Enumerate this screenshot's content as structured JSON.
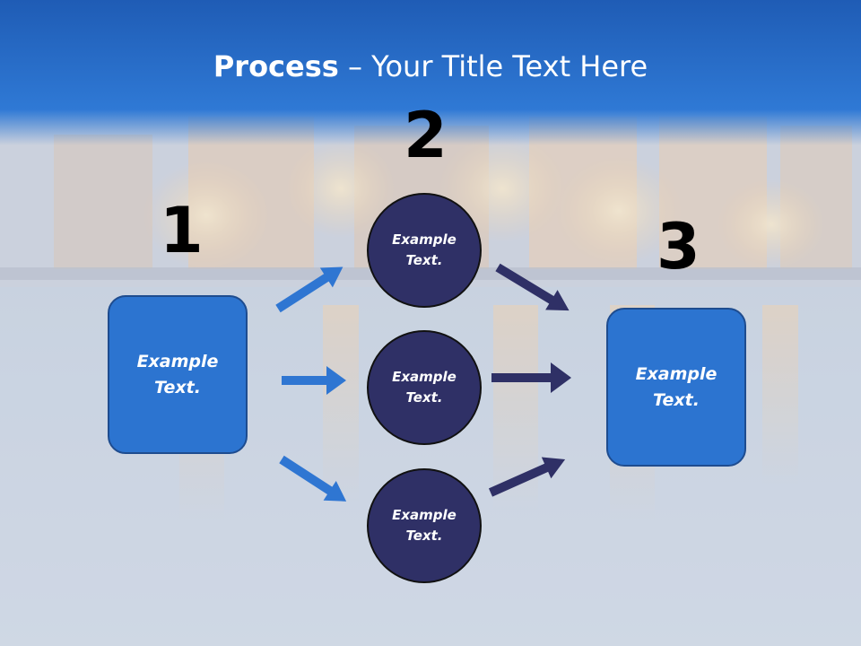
{
  "title": {
    "bold": "Process",
    "rest": " – Your Title Text Here"
  },
  "steps": [
    "1",
    "2",
    "3"
  ],
  "left_box": {
    "text": "Example\nText."
  },
  "circles": [
    {
      "text": "Example\nText."
    },
    {
      "text": "Example\nText."
    },
    {
      "text": "Example\nText."
    }
  ],
  "right_box": {
    "text": "Example\nText."
  },
  "colors": {
    "header": "#2a6fce",
    "box": "#2c74d0",
    "circle": "#2f3066",
    "arrow_blue": "#2f76d2",
    "arrow_navy": "#2f3066"
  }
}
